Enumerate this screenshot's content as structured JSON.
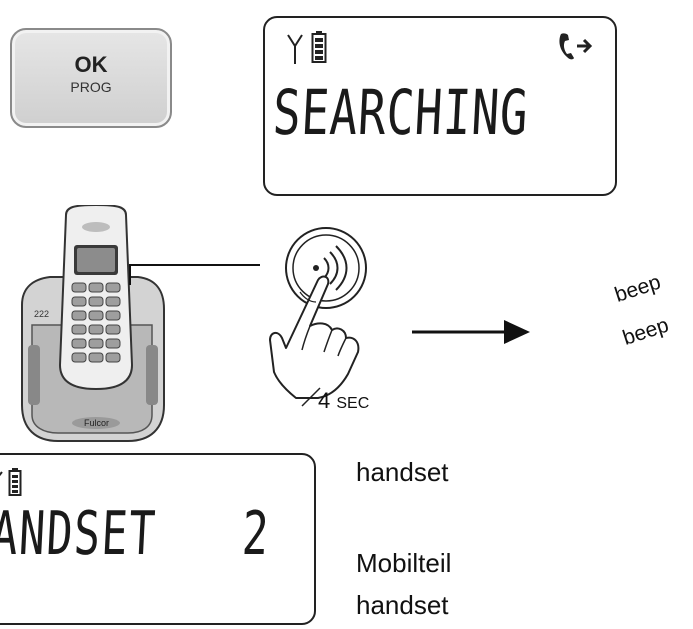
{
  "ok_key": {
    "line1": "OK",
    "line2": "PROG"
  },
  "screen_top": {
    "text": "SEARCHING"
  },
  "screen_bottom": {
    "text": "HANDSET",
    "number": "2"
  },
  "press": {
    "duration": "4",
    "unit": "SEC"
  },
  "sound": {
    "line1": "beep",
    "line2": "beep"
  },
  "labels": {
    "line1": "handset",
    "line2": "Mobilteil",
    "line3": "handset"
  }
}
